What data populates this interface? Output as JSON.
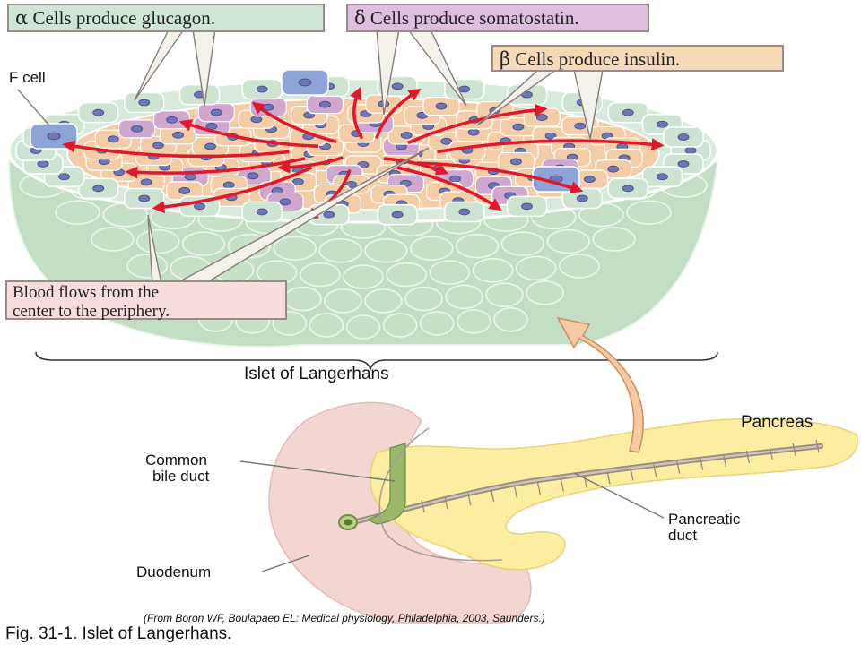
{
  "callouts": {
    "alpha": {
      "symbol": "α",
      "text": "Cells produce glucagon."
    },
    "delta": {
      "symbol": "δ",
      "text": "Cells produce somatostatin."
    },
    "beta": {
      "symbol": "β",
      "text": "Cells produce insulin."
    },
    "blood_flow": {
      "line1": "Blood flows from the",
      "line2": "center to the periphery."
    }
  },
  "labels": {
    "f_cell": "F cell",
    "islet": "Islet of Langerhans",
    "pancreas": "Pancreas",
    "bile_duct_line1": "Common",
    "bile_duct_line2": "bile duct",
    "pancreatic_duct_line1": "Pancreatic",
    "pancreatic_duct_line2": "duct",
    "duodenum": "Duodenum"
  },
  "citation": "(From Boron WF, Boulapaep EL: Medical physiology, Philadelphia, 2003, Saunders.)",
  "caption": "Fig. 31-1. Islet of Langerhans.",
  "colors": {
    "alpha_cell": "#cfe3d3",
    "alpha_box": "#cfe6d6",
    "beta_cell": "#f3cda7",
    "beta_box": "#f6d9b9",
    "delta_cell": "#cfa7cf",
    "delta_box": "#ddbedf",
    "f_cell": "#8fa4d6",
    "blood_box": "#f7dcdc",
    "blood_arrow": "#e0182b",
    "nucleus": "#6f76b8",
    "duodenum": "#f3d5d2",
    "pancreas": "#fbeea0",
    "bile_duct": "#9ab86a",
    "pancreatic_duct": "#9a8a80",
    "pointer_arrow": "#f7c9a3"
  }
}
